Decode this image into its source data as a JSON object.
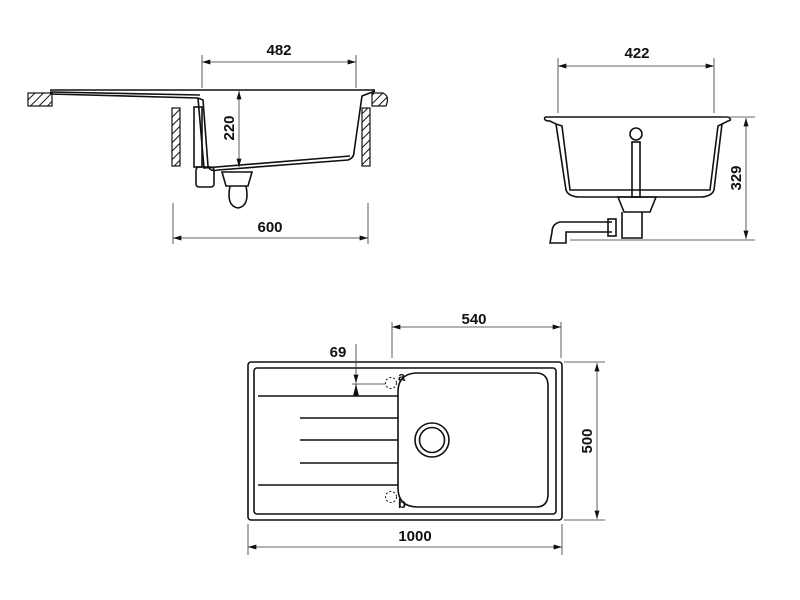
{
  "side_view": {
    "bowl_width": "482",
    "bowl_depth": "220",
    "cabinet_width": "600"
  },
  "front_view": {
    "bowl_width": "422",
    "total_depth": "329"
  },
  "top_view": {
    "bowl_length": "540",
    "hole_offset": "69",
    "width": "500",
    "length": "1000",
    "hole_a_label": "a",
    "hole_b_label": "b"
  }
}
